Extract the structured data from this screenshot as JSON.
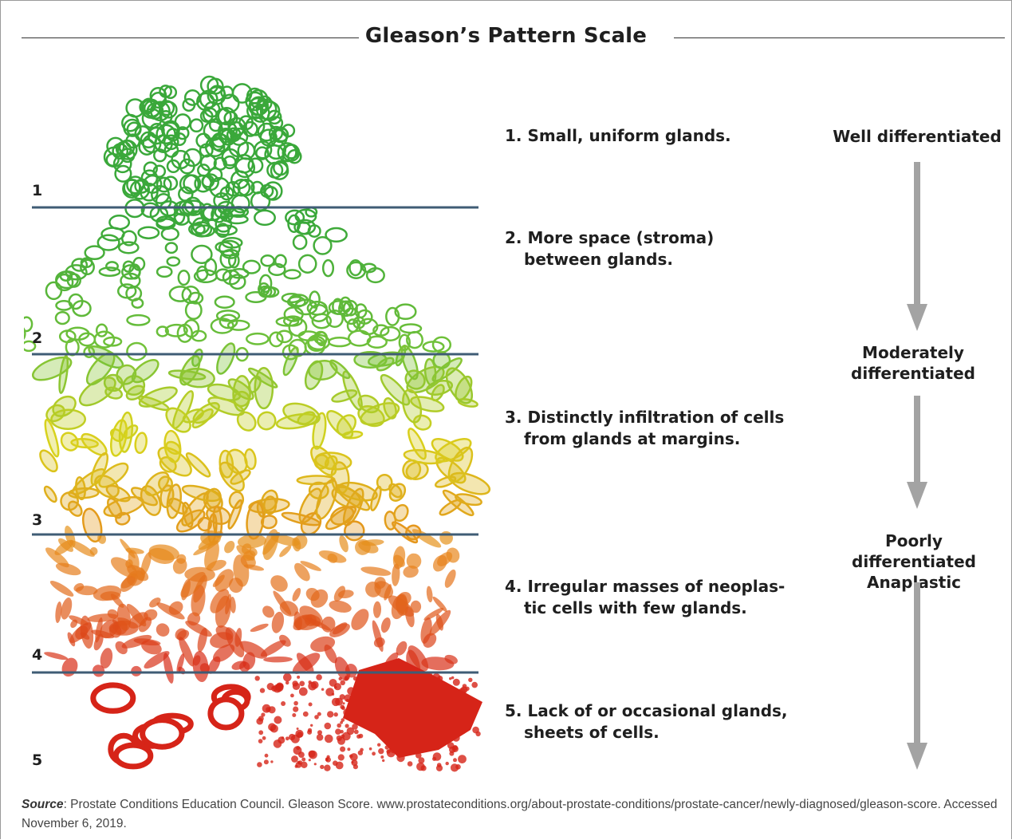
{
  "title": "Gleason’s Pattern Scale",
  "level_numbers": [
    "1",
    "2",
    "3",
    "4",
    "5"
  ],
  "descriptions": [
    {
      "line1": "1. Small, uniform glands.",
      "line2": ""
    },
    {
      "line1": "2. More space (stroma)",
      "line2": "between glands."
    },
    {
      "line1": "3. Distinctly infiltration of cells",
      "line2": "from glands at margins."
    },
    {
      "line1": "4. Irregular masses of neoplas-",
      "line2": "tic cells with few glands."
    },
    {
      "line1": "5. Lack of or occasional glands,",
      "line2": "sheets of cells."
    }
  ],
  "differentiation": [
    {
      "line1": "Well differentiated",
      "line2": ""
    },
    {
      "line1": "Moderately",
      "line2": "differentiated"
    },
    {
      "line1": "Poorly differentiated",
      "line2": "Anaplastic"
    }
  ],
  "source": {
    "label": "Source",
    "text": ": Prostate Conditions Education Council. Gleason Score. www.prostateconditions.org/about-prostate-conditions/prostate-cancer/newly-diagnosed/gleason-score. Accessed November 6, 2019."
  },
  "colors": {
    "grade1": "#3aa83a",
    "grade2": "#72c23a",
    "grade3": "#d8d21c",
    "grade4": "#e8861c",
    "grade5": "#d62418",
    "divider": "#3f5c75",
    "arrow": "#a3a3a3"
  }
}
